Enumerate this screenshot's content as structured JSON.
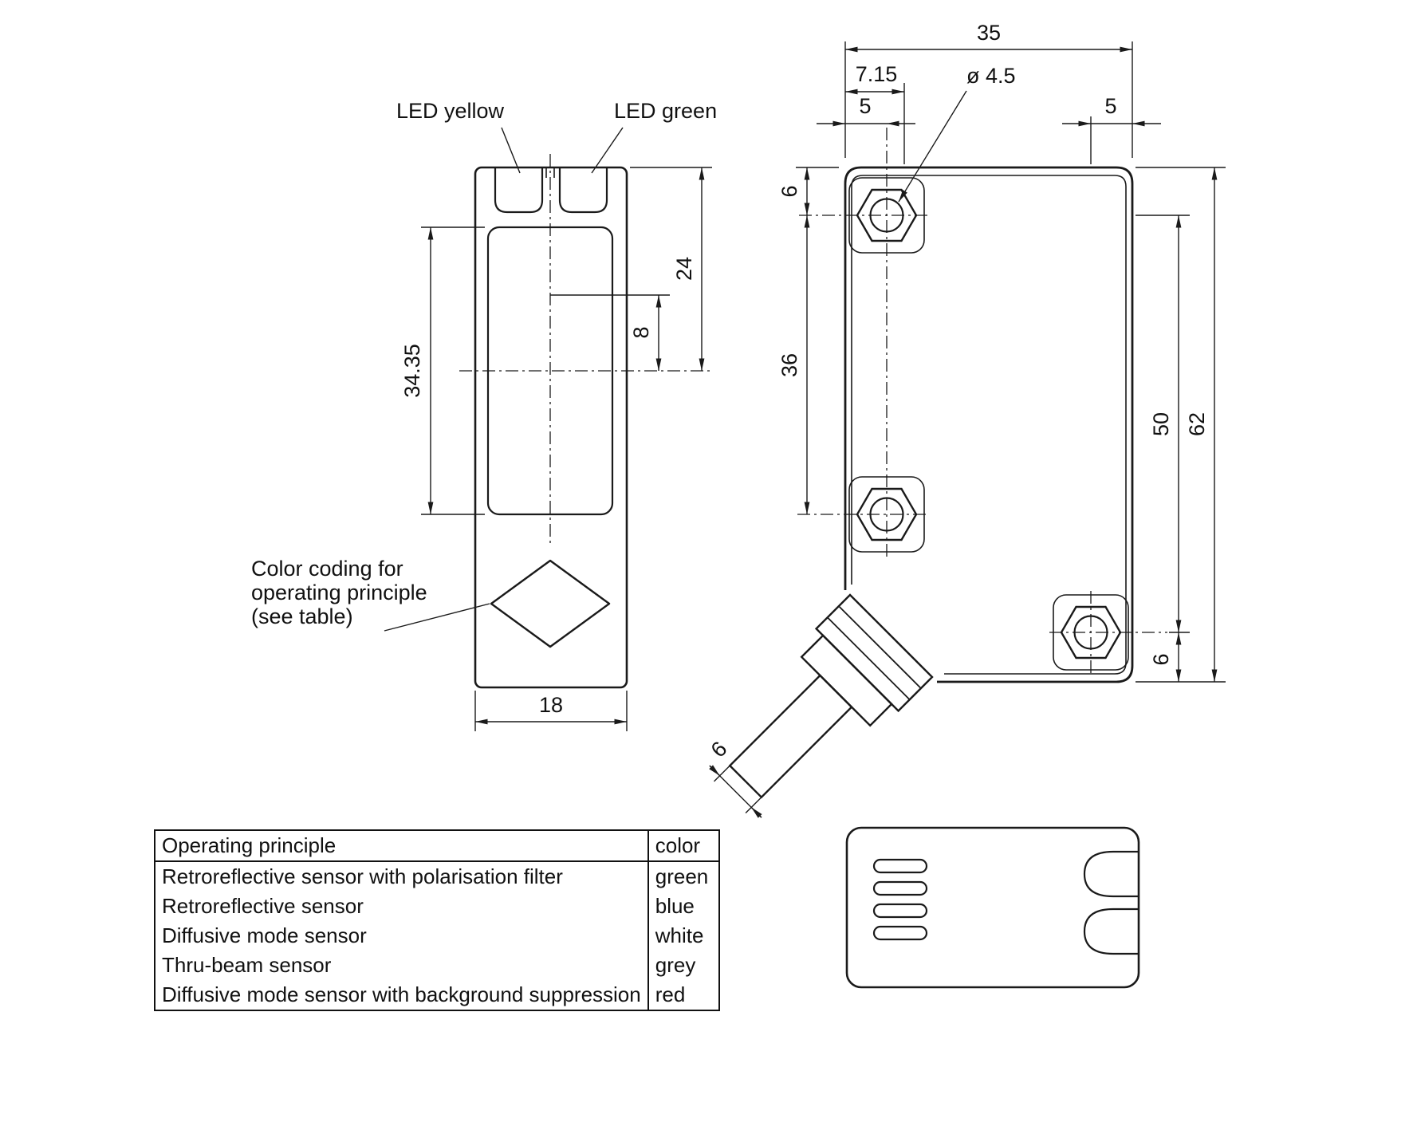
{
  "front_view": {
    "led_yellow": "LED yellow",
    "led_green": "LED green",
    "color_coding_line1": "Color coding for",
    "color_coding_line2": "operating principle",
    "color_coding_line3": "(see table)",
    "dim_lens_height": "34.35",
    "dim_top_to_axis": "24",
    "dim_axis_to_lens_top": "8",
    "dim_width": "18"
  },
  "side_view": {
    "dim_width": "35",
    "dim_optical_axis": "7.15",
    "dim_hole_diameter": "ø 4.5",
    "dim_hole_offset_left": "5",
    "dim_hole_offset_right": "5",
    "dim_hole_top": "6",
    "dim_hole_spacing": "36",
    "dim_hole_span": "50",
    "dim_height": "62",
    "dim_hole_bottom": "6",
    "dim_cable_diameter": "6"
  },
  "table": {
    "header": {
      "principle": "Operating principle",
      "color": "color"
    },
    "rows": [
      {
        "principle": "Retroreflective sensor with polarisation filter",
        "color": "green"
      },
      {
        "principle": "Retroreflective sensor",
        "color": "blue"
      },
      {
        "principle": "Diffusive mode sensor",
        "color": "white"
      },
      {
        "principle": "Thru-beam sensor",
        "color": "grey"
      },
      {
        "principle": "Diffusive mode sensor with background suppression",
        "color": "red"
      }
    ]
  },
  "colors": {
    "line": "#1a1a1a",
    "text": "#111111",
    "background": "#ffffff"
  }
}
